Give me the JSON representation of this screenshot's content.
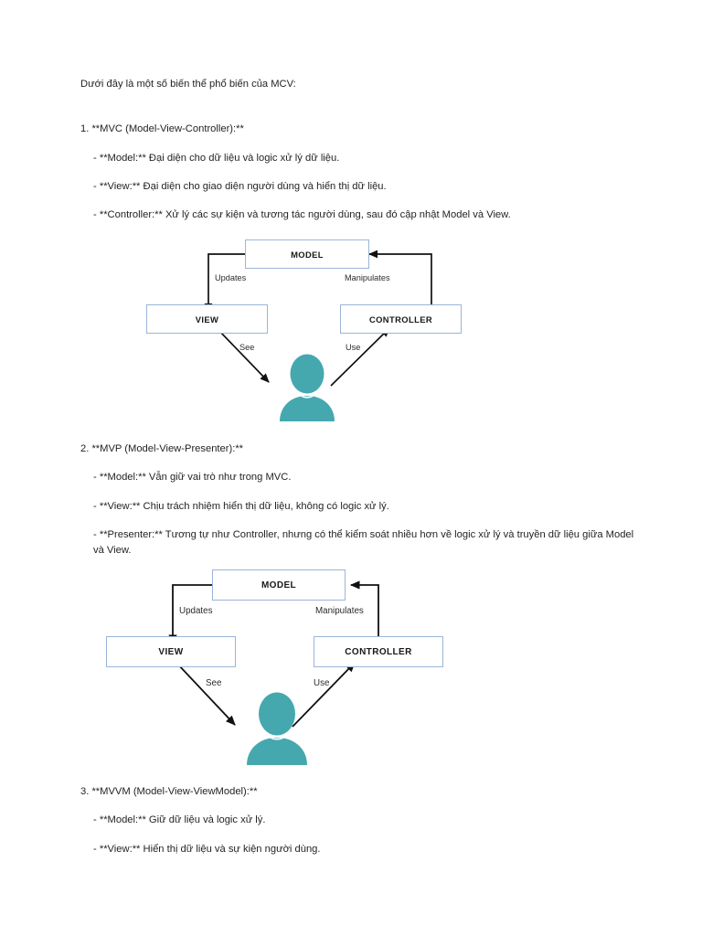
{
  "document": {
    "intro": "Dưới đây là một số biến thể phổ biến của MCV:",
    "sections": [
      {
        "heading": "1. **MVC (Model-View-Controller):**",
        "bullets": [
          "- **Model:** Đại diện cho dữ liệu và logic xử lý dữ liệu.",
          "- **View:** Đại diện cho giao diện người dùng và hiển thị dữ liệu.",
          "- **Controller:** Xử lý các sự kiện và tương tác người dùng, sau đó cập nhật Model và View."
        ]
      },
      {
        "heading": "2. **MVP (Model-View-Presenter):**",
        "bullets": [
          "- **Model:** Vẫn giữ vai trò như trong MVC.",
          "- **View:** Chịu trách nhiệm hiển thị dữ liệu, không có logic xử lý.",
          "- **Presenter:** Tương tự như Controller, nhưng có thể kiểm soát nhiều hơn về logic xử lý và truyền dữ liệu giữa Model và View."
        ]
      },
      {
        "heading": "3. **MVVM (Model-View-ViewModel):**",
        "bullets": [
          "- **Model:** Giữ dữ liệu và logic xử lý.",
          "- **View:** Hiển thị dữ liệu và sự kiện người dùng."
        ]
      }
    ]
  },
  "diagrams": [
    {
      "id": "mvc-diagram-1",
      "nodes": {
        "model": "MODEL",
        "view": "VIEW",
        "controller": "CONTROLLER"
      },
      "edges": {
        "updates": "Updates",
        "manipulates": "Manipulates",
        "see": "See",
        "use": "Use"
      },
      "actor": "user-person-icon"
    },
    {
      "id": "mvp-diagram-2",
      "nodes": {
        "model": "MODEL",
        "view": "VIEW",
        "controller": "CONTROLLER"
      },
      "edges": {
        "updates": "Updates",
        "manipulates": "Manipulates",
        "see": "See",
        "use": "Use"
      },
      "actor": "user-person-icon"
    }
  ],
  "colors": {
    "page_background": "#ffffff",
    "text": "#231f20",
    "box_border": "#9ab5d9",
    "wire": "#111111",
    "actor_teal": "#46a8af"
  }
}
